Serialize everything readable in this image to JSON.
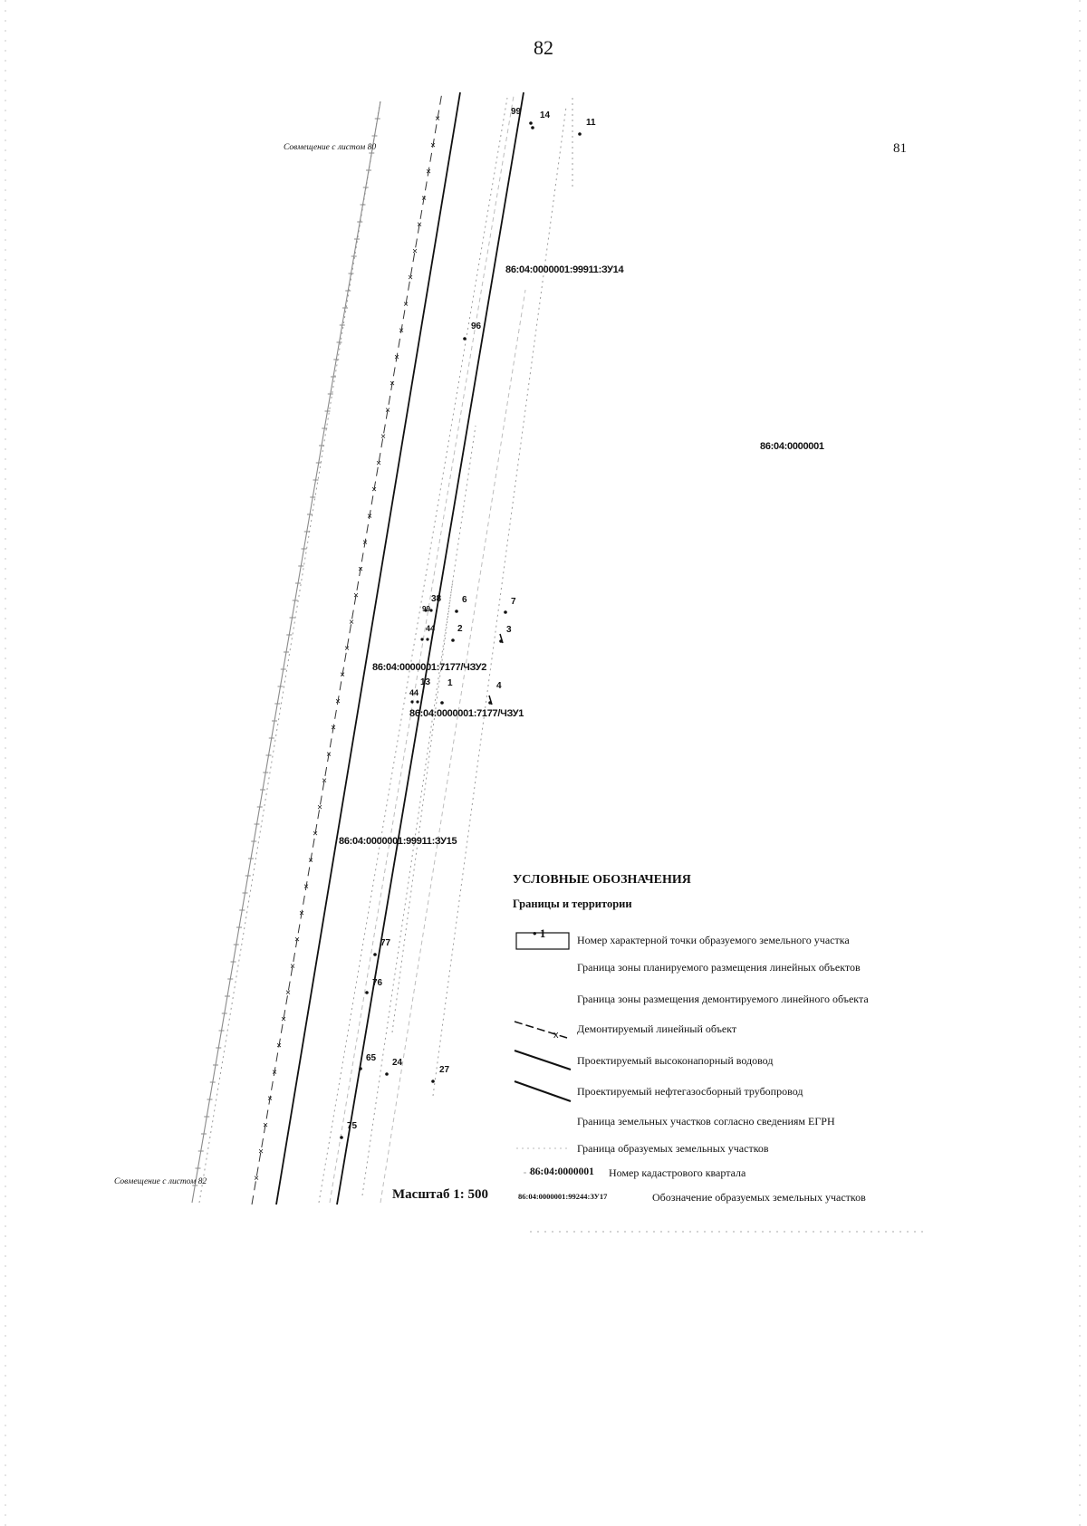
{
  "page_number": "82",
  "sheet_label": "81",
  "combine_top": "Совмещение с листом 80",
  "combine_bottom": "Совмещение с листом 82",
  "quarter_label": "86:04:0000001",
  "parcels": {
    "zu14": "86:04:0000001:99911:ЗУ14",
    "zu2": "86:04:0000001:7177/ЧЗУ2",
    "zu1": "86:04:0000001:7177/ЧЗУ1",
    "zu15": "86:04:0000001:99911:ЗУ15"
  },
  "points": [
    "99",
    "14",
    "11",
    "96",
    "38",
    "6",
    "7",
    "99",
    "44",
    "2",
    "3",
    "13",
    "1",
    "4",
    "44",
    "77",
    "76",
    "65",
    "24",
    "27",
    "75"
  ],
  "scale": "Масштаб 1: 500",
  "legend": {
    "title": "УСЛОВНЫЕ ОБОЗНАЧЕНИЯ",
    "subtitle": "Границы и территории",
    "point_sample": "1",
    "items": [
      "Номер характерной точки образуемого земельного участка",
      "Граница зоны планируемого размещения линейных объектов",
      "Граница зоны размещения демонтируемого линейного объекта",
      "Демонтируемый линейный объект",
      "Проектируемый высоконапорный водовод",
      "Проектируемый нефтегазосборный трубопровод",
      "Граница земельных участков согласно сведениям ЕГРН",
      "Граница образуемых земельных участков",
      "Номер кадастрового квартала",
      "Обозначение образуемых земельных участков"
    ],
    "sample_quarter": "86:04:0000001",
    "sample_parcel": "86:04:0000001:99244:ЗУ17"
  }
}
